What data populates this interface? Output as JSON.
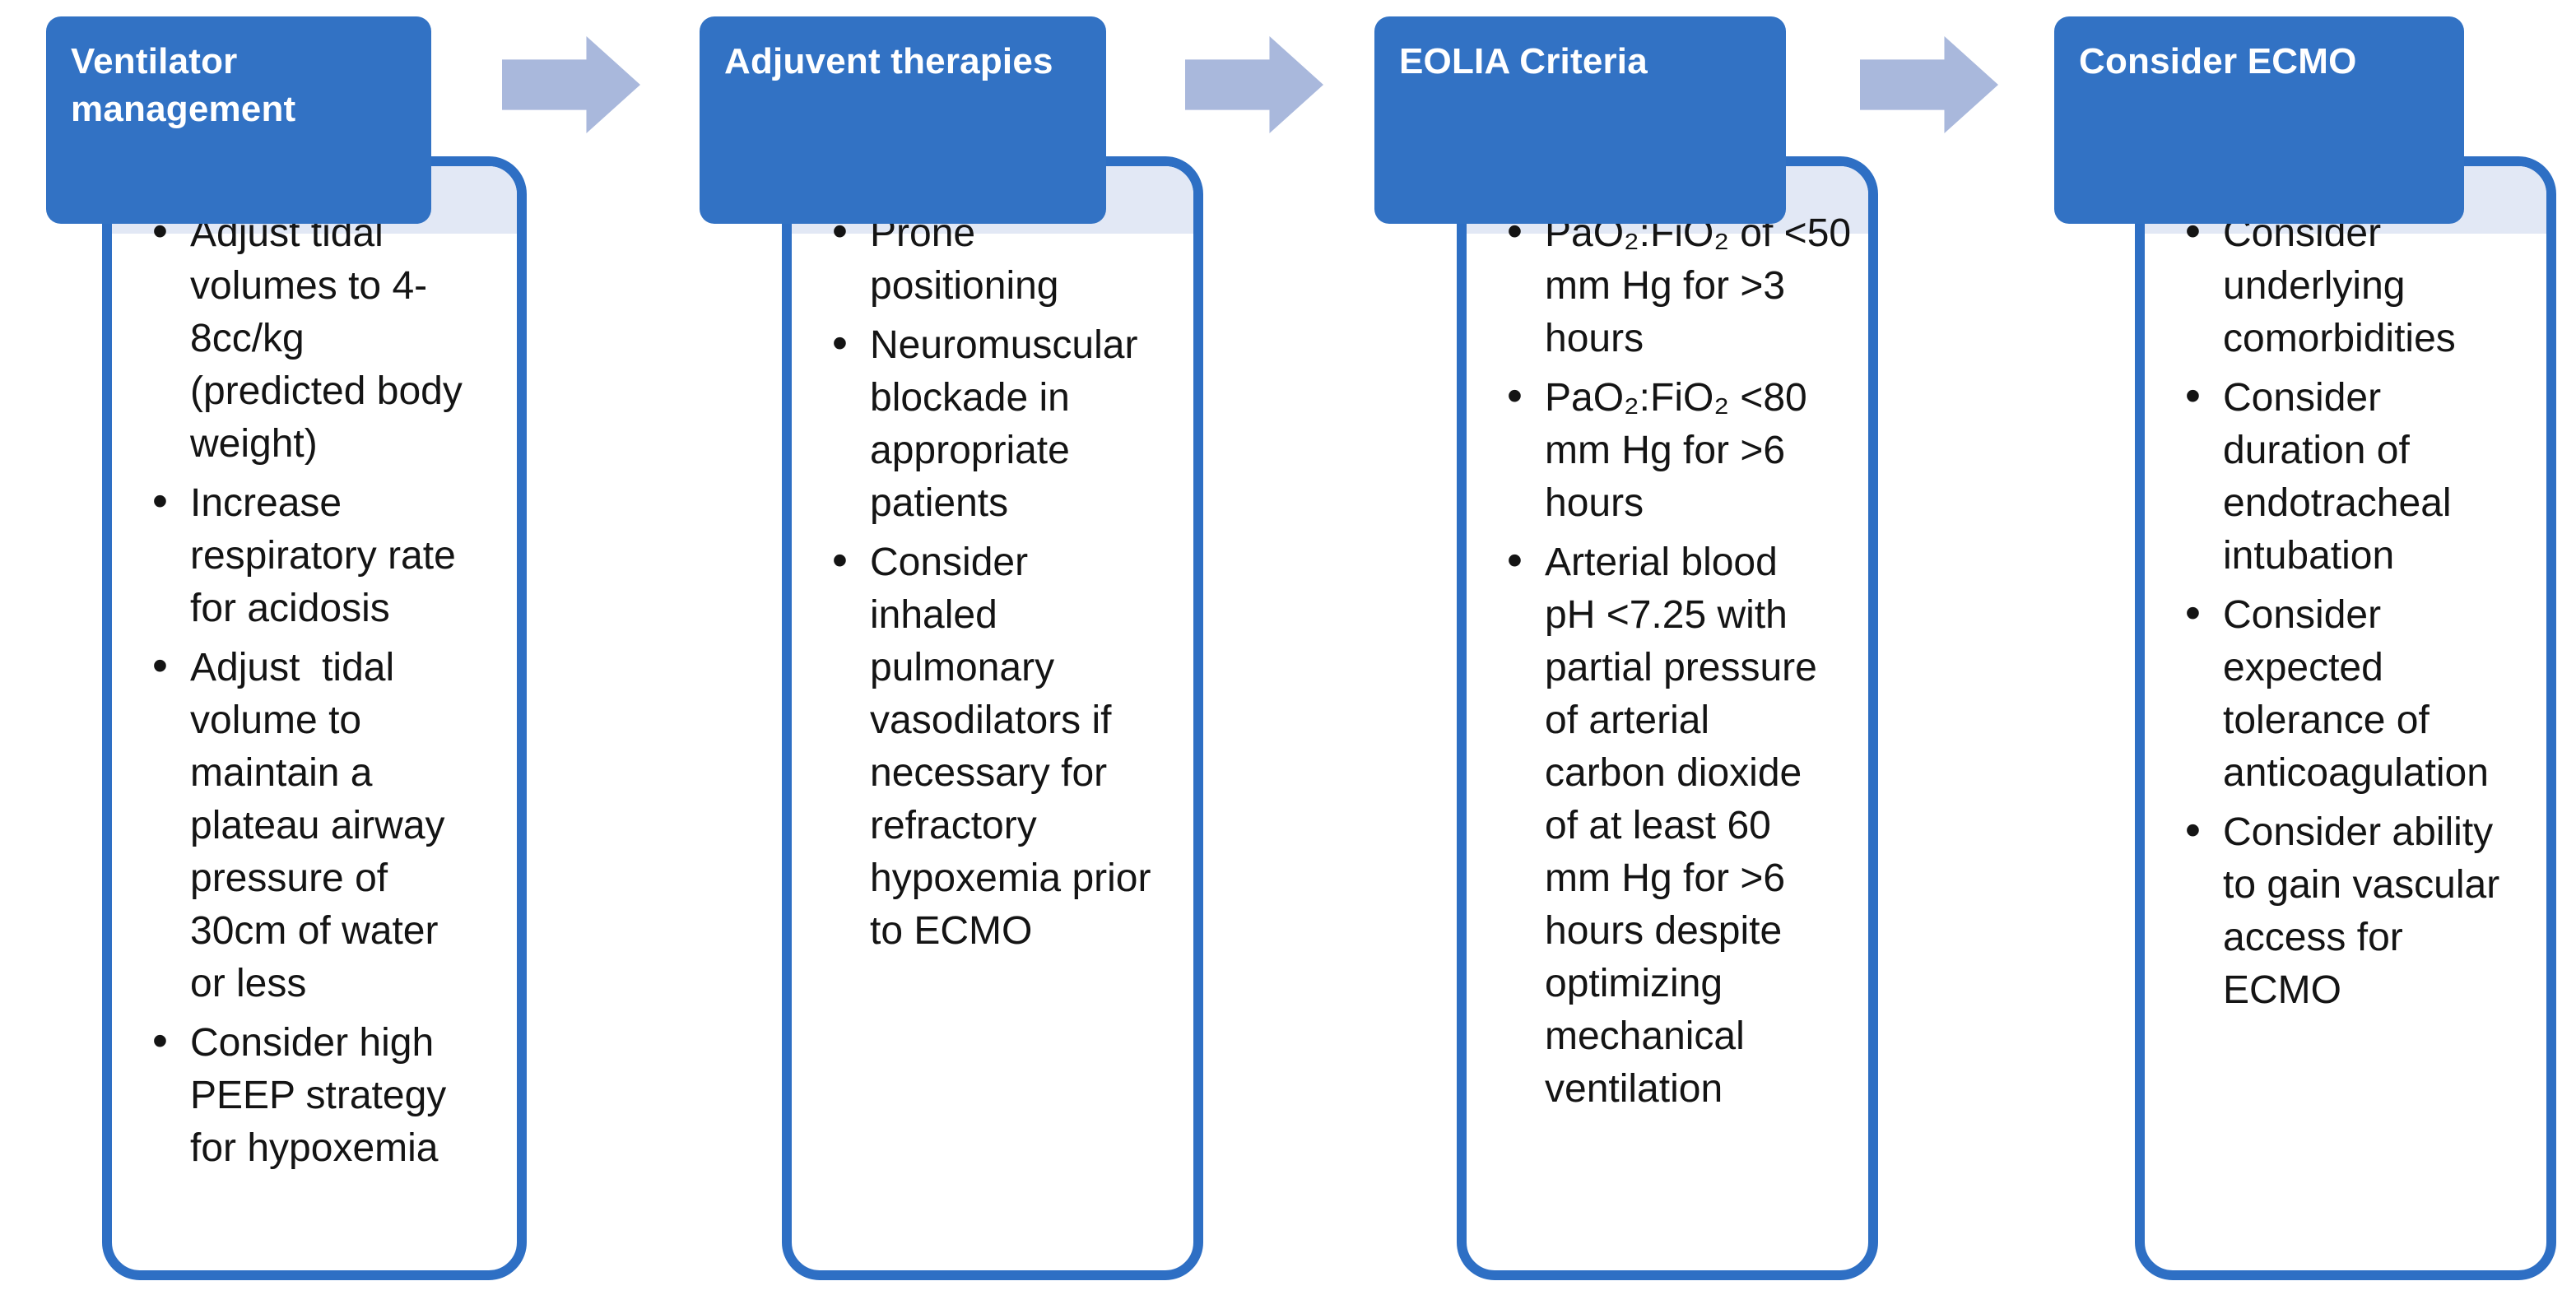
{
  "diagram": {
    "columns": [
      {
        "header": "Ventilator management",
        "bullets": [
          "Adjust tidal\nvolumes to 4-\n8cc/kg\n(predicted body\nweight)",
          "Increase\nrespiratory rate\nfor acidosis",
          "Adjust  tidal\nvolume to\nmaintain a\nplateau airway\npressure of\n30cm of water\nor less",
          "Consider high\nPEEP strategy\nfor hypoxemia"
        ]
      },
      {
        "header": "Adjuvent therapies",
        "bullets": [
          "Prone\npositioning",
          "Neuromuscular\nblockade in\nappropriate\npatients",
          "Consider\ninhaled\npulmonary\nvasodilators if\nnecessary for\nrefractory\nhypoxemia prior\nto ECMO"
        ]
      },
      {
        "header": "EOLIA Criteria",
        "bullets": [
          "PaO₂:FiO₂ of <50\nmm Hg for >3\nhours",
          "PaO₂:FiO₂ <80\nmm Hg for >6\nhours",
          "Arterial blood\npH <7.25 with\npartial pressure\nof arterial\ncarbon dioxide\nof at least 60\nmm Hg for >6\nhours despite\noptimizing\nmechanical\nventilation"
        ]
      },
      {
        "header": "Consider ECMO",
        "bullets": [
          "Consider\nunderlying\ncomorbidities",
          "Consider\nduration of\nendotracheal\nintubation",
          "Consider\nexpected\ntolerance of\nanticoagulation",
          "Consider ability\nto gain vascular\naccess for\nECMO"
        ]
      }
    ],
    "arrow_icon": "right-block-arrow",
    "arrow_count": 3
  },
  "colors": {
    "header_bg": "#3272c4",
    "header_text": "#ffffff",
    "box_border": "#2e6fc4",
    "strip": "#e2e8f5",
    "arrow": "#a9b8dc",
    "body_text": "#141414"
  }
}
